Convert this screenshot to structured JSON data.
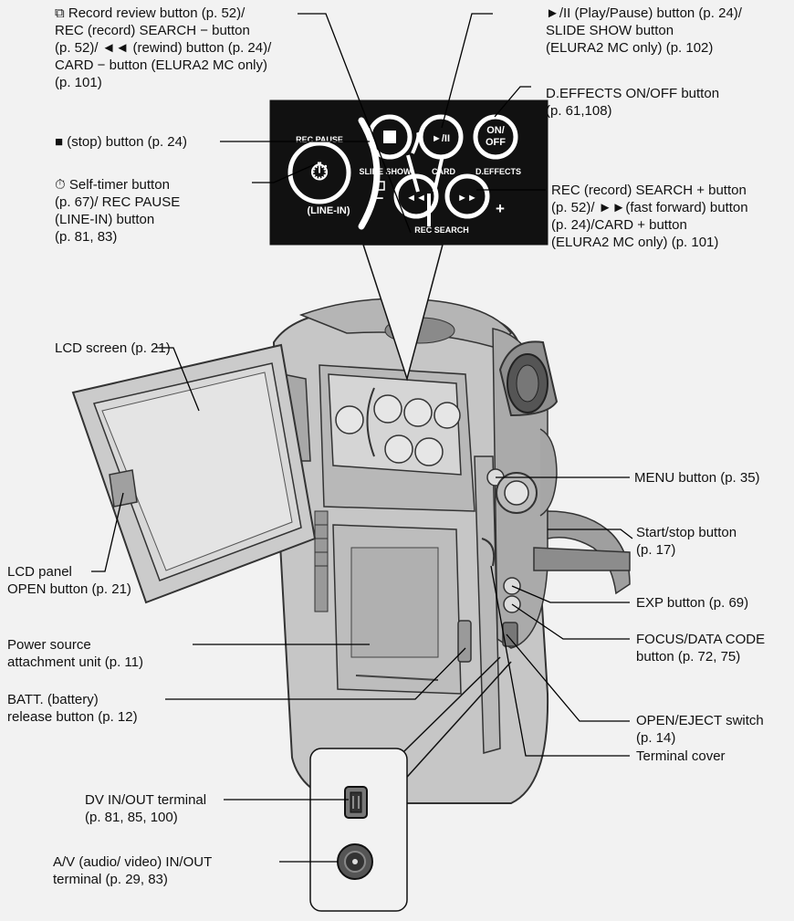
{
  "panel": {
    "rec_pause": "REC PAUSE",
    "slide_show": "SLIDE SHOW",
    "card": "CARD",
    "d_effects": "D.EFFECTS",
    "rec_search": "REC SEARCH",
    "line_in": "(LINE-IN)",
    "on_off": [
      "ON/",
      "OFF"
    ],
    "play_pause_glyph": "►/II",
    "rewind_glyph": "◄◄",
    "ffwd_glyph": "►►",
    "minus": "−",
    "plus": "+"
  },
  "labels": {
    "record_review": [
      "⧉ Record review button (p. 52)/",
      "REC (record) SEARCH − button",
      "(p. 52)/ ◄◄ (rewind) button (p. 24)/",
      "CARD − button (ELURA2 MC only)",
      "(p. 101)"
    ],
    "play_pause": [
      "►/II (Play/Pause) button (p. 24)/",
      "SLIDE SHOW button",
      "(ELURA2 MC only) (p. 102)"
    ],
    "d_effects": [
      "D.EFFECTS ON/OFF button",
      "(p. 61,108)"
    ],
    "stop": [
      "■ (stop) button (p. 24)"
    ],
    "rec_search_plus": [
      "REC (record) SEARCH + button",
      "(p. 52)/ ►►(fast forward) button",
      "(p. 24)/CARD + button",
      "(ELURA2 MC only) (p. 101)"
    ],
    "self_timer": [
      "⏱ Self-timer button",
      "(p. 67)/ REC PAUSE",
      "(LINE-IN) button",
      "(p. 81, 83)"
    ],
    "lcd_screen": [
      "LCD screen (p. 21)"
    ],
    "menu": [
      "MENU button (p. 35)"
    ],
    "start_stop": [
      "Start/stop button",
      "(p. 17)"
    ],
    "lcd_open": [
      "LCD panel",
      "OPEN button (p. 21)"
    ],
    "exp": [
      "EXP button (p. 69)"
    ],
    "power_source": [
      "Power source",
      "attachment unit (p. 11)"
    ],
    "focus": [
      "FOCUS/DATA CODE",
      "button (p. 72, 75)"
    ],
    "batt": [
      "BATT. (battery)",
      "release button (p. 12)"
    ],
    "open_eject": [
      "OPEN/EJECT switch",
      "(p. 14)"
    ],
    "terminal_cover": [
      "Terminal cover"
    ],
    "dv_inout": [
      "DV IN/OUT terminal",
      "(p. 81, 85, 100)"
    ],
    "av_inout": [
      "A/V (audio/ video) IN/OUT",
      "terminal (p. 29, 83)"
    ]
  },
  "colors": {
    "background": "#f2f2f2",
    "panel": "#111111",
    "camera_body": "#c9c9c9",
    "line": "#000000"
  }
}
